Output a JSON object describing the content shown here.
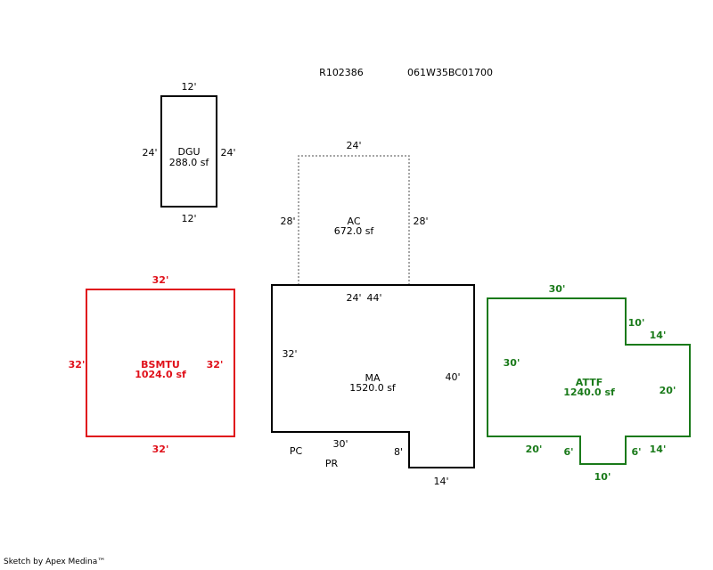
{
  "header": {
    "parcel_id": "R102386",
    "map_number": "061W35BC01700"
  },
  "areas": {
    "dgu": {
      "name": "DGU",
      "area": "288.0 sf",
      "dims": {
        "top": "12'",
        "bottom": "12'",
        "left": "24'",
        "right": "24'"
      }
    },
    "ac": {
      "name": "AC",
      "area": "672.0 sf",
      "dims": {
        "top": "24'",
        "left": "28'",
        "right": "28'"
      }
    },
    "bsmtu": {
      "name": "BSMTU",
      "area": "1024.0 sf",
      "dims": {
        "top": "32'",
        "bottom": "32'",
        "left": "32'",
        "right": "32'"
      }
    },
    "ma": {
      "name": "MA",
      "area": "1520.0 sf",
      "dims": {
        "top_a": "24'",
        "top_b": "44'",
        "left": "32'",
        "right": "40'",
        "bottom": "30'",
        "notch_side": "8'",
        "notch_bottom": "14'"
      }
    },
    "attf": {
      "name": "ATTF",
      "area": "1240.0 sf",
      "dims": {
        "top": "30'",
        "step_side": "10'",
        "step_top": "14'",
        "left": "30'",
        "right": "20'",
        "bottom_left": "20'",
        "bump_left": "6'",
        "bump_bottom": "10'",
        "bump_right": "6'",
        "bottom_right": "14'"
      }
    }
  },
  "labels": {
    "pc": "PC",
    "pr": "PR"
  },
  "colors": {
    "default": "#000000",
    "dashed": "#888888",
    "bsmtu": "#e0101a",
    "attf": "#1a7a1a"
  },
  "footer": {
    "credit": "Sketch by Apex Medina™"
  }
}
